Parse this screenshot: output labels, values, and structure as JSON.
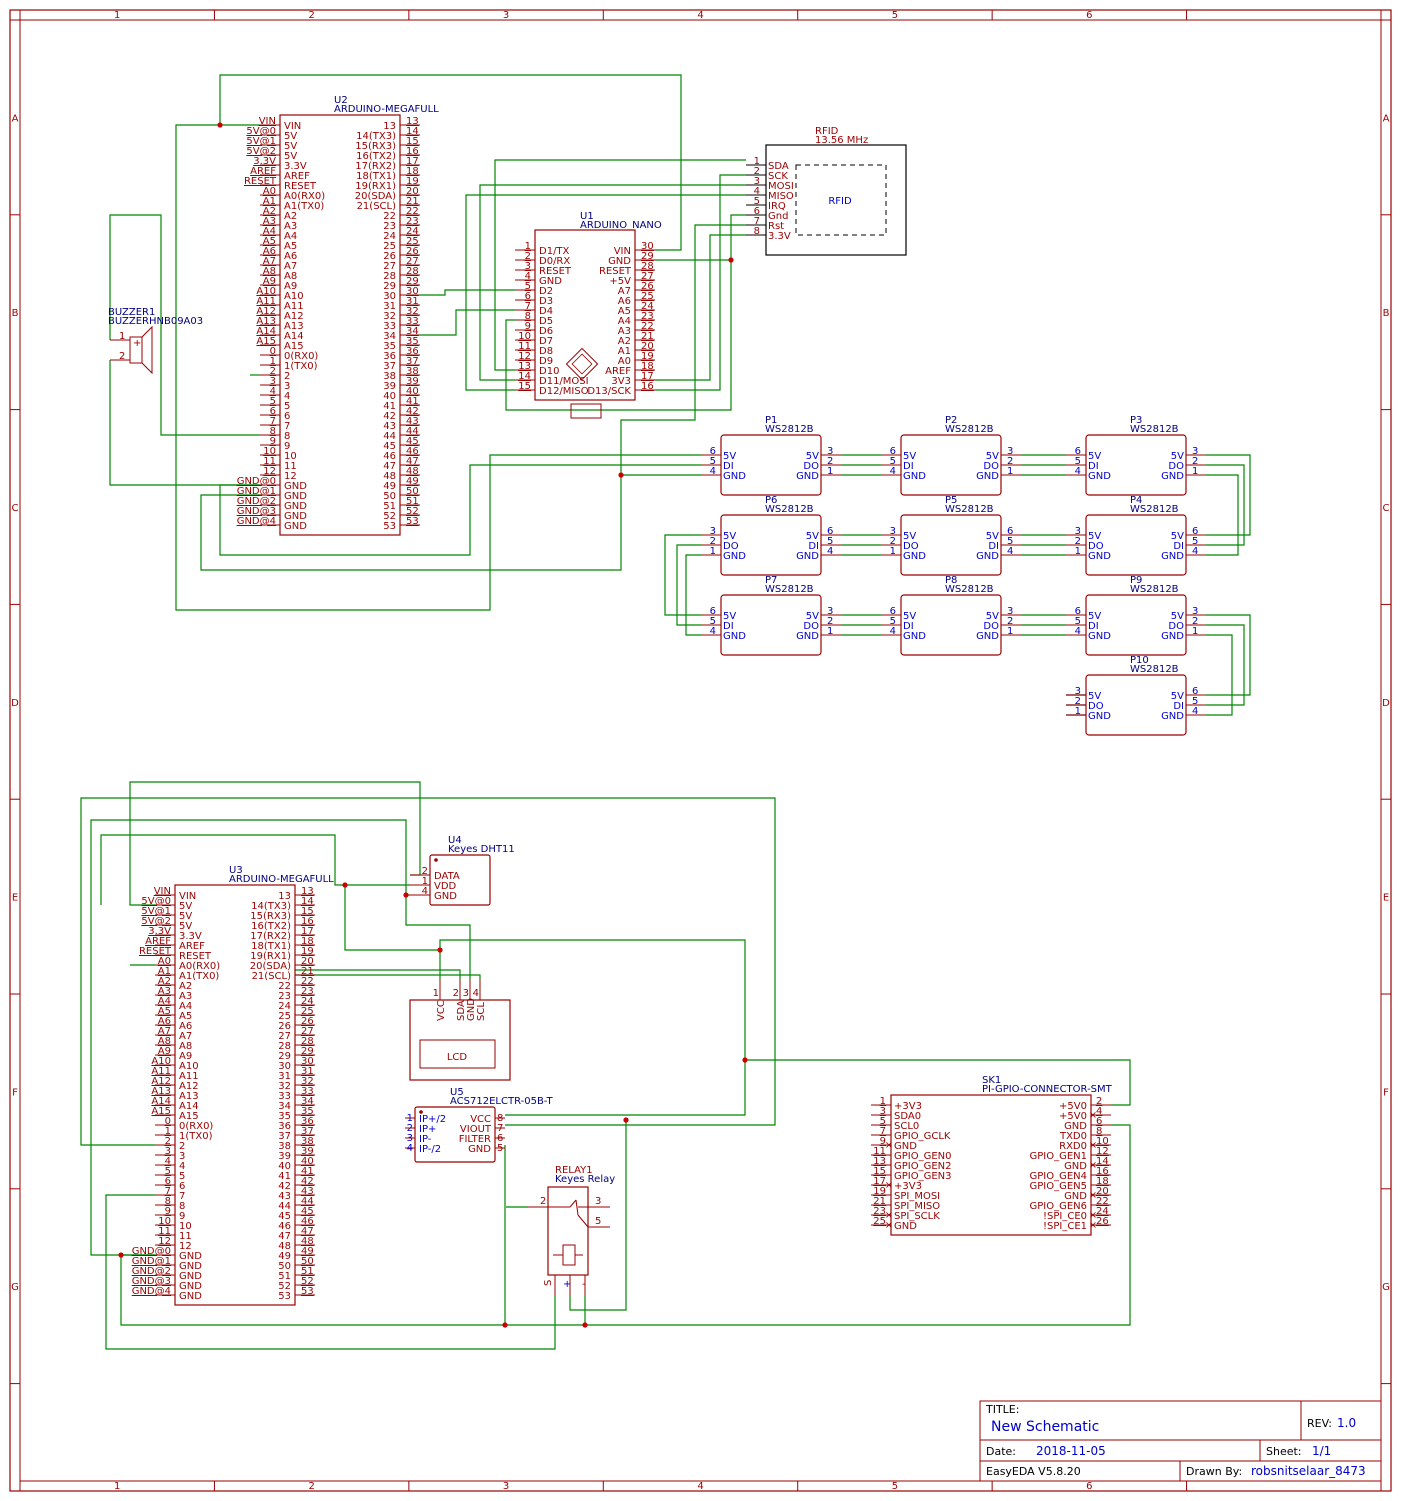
{
  "frame": {
    "columns": [
      "1",
      "2",
      "3",
      "4",
      "5",
      "6"
    ],
    "rows": [
      "A",
      "B",
      "C",
      "D",
      "E",
      "F",
      "G"
    ]
  },
  "title_block": {
    "title_label": "TITLE:",
    "title": "New Schematic",
    "rev_label": "REV:",
    "rev": "1.0",
    "date_label": "Date:",
    "date": "2018-11-05",
    "sheet_label": "Sheet:",
    "sheet": "1/1",
    "tool": "EasyEDA V5.8.20",
    "drawn_label": "Drawn By:",
    "drawn_by": "robsnitselaar_8473"
  },
  "mega_left_pins": [
    {
      "n": "VIN",
      "l": "VIN"
    },
    {
      "n": "5V@0",
      "l": "5V"
    },
    {
      "n": "5V@1",
      "l": "5V"
    },
    {
      "n": "5V@2",
      "l": "5V"
    },
    {
      "n": "3.3V",
      "l": "3.3V"
    },
    {
      "n": "AREF",
      "l": "AREF"
    },
    {
      "n": "RESET",
      "l": "RESET"
    },
    {
      "n": "A0",
      "l": "A0(RX0)"
    },
    {
      "n": "A1",
      "l": "A1(TX0)"
    },
    {
      "n": "A2",
      "l": "A2"
    },
    {
      "n": "A3",
      "l": "A3"
    },
    {
      "n": "A4",
      "l": "A4"
    },
    {
      "n": "A5",
      "l": "A5"
    },
    {
      "n": "A6",
      "l": "A6"
    },
    {
      "n": "A7",
      "l": "A7"
    },
    {
      "n": "A8",
      "l": "A8"
    },
    {
      "n": "A9",
      "l": "A9"
    },
    {
      "n": "A10",
      "l": "A10"
    },
    {
      "n": "A11",
      "l": "A11"
    },
    {
      "n": "A12",
      "l": "A12"
    },
    {
      "n": "A13",
      "l": "A13"
    },
    {
      "n": "A14",
      "l": "A14"
    },
    {
      "n": "A15",
      "l": "A15"
    },
    {
      "n": "0",
      "l": "0(RX0)"
    },
    {
      "n": "1",
      "l": "1(TX0)"
    },
    {
      "n": "2",
      "l": "2"
    },
    {
      "n": "3",
      "l": "3"
    },
    {
      "n": "4",
      "l": "4"
    },
    {
      "n": "5",
      "l": "5"
    },
    {
      "n": "6",
      "l": "6"
    },
    {
      "n": "7",
      "l": "7"
    },
    {
      "n": "8",
      "l": "8"
    },
    {
      "n": "9",
      "l": "9"
    },
    {
      "n": "10",
      "l": "10"
    },
    {
      "n": "11",
      "l": "11"
    },
    {
      "n": "12",
      "l": "12"
    },
    {
      "n": "GND@0",
      "l": "GND"
    },
    {
      "n": "GND@1",
      "l": "GND"
    },
    {
      "n": "GND@2",
      "l": "GND"
    },
    {
      "n": "GND@3",
      "l": "GND"
    },
    {
      "n": "GND@4",
      "l": "GND"
    }
  ],
  "mega_right_pins": [
    {
      "n": "13",
      "l": "13"
    },
    {
      "n": "14",
      "l": "14(TX3)"
    },
    {
      "n": "15",
      "l": "15(RX3)"
    },
    {
      "n": "16",
      "l": "16(TX2)"
    },
    {
      "n": "17",
      "l": "17(RX2)"
    },
    {
      "n": "18",
      "l": "18(TX1)"
    },
    {
      "n": "19",
      "l": "19(RX1)"
    },
    {
      "n": "20",
      "l": "20(SDA)"
    },
    {
      "n": "21",
      "l": "21(SCL)"
    },
    {
      "n": "22",
      "l": "22"
    },
    {
      "n": "23",
      "l": "23"
    },
    {
      "n": "24",
      "l": "24"
    },
    {
      "n": "25",
      "l": "25"
    },
    {
      "n": "26",
      "l": "26"
    },
    {
      "n": "27",
      "l": "27"
    },
    {
      "n": "28",
      "l": "28"
    },
    {
      "n": "29",
      "l": "29"
    },
    {
      "n": "30",
      "l": "30"
    },
    {
      "n": "31",
      "l": "31"
    },
    {
      "n": "32",
      "l": "32"
    },
    {
      "n": "33",
      "l": "33"
    },
    {
      "n": "34",
      "l": "34"
    },
    {
      "n": "35",
      "l": "35"
    },
    {
      "n": "36",
      "l": "36"
    },
    {
      "n": "37",
      "l": "37"
    },
    {
      "n": "38",
      "l": "38"
    },
    {
      "n": "39",
      "l": "39"
    },
    {
      "n": "40",
      "l": "40"
    },
    {
      "n": "41",
      "l": "41"
    },
    {
      "n": "42",
      "l": "42"
    },
    {
      "n": "43",
      "l": "43"
    },
    {
      "n": "44",
      "l": "44"
    },
    {
      "n": "45",
      "l": "45"
    },
    {
      "n": "46",
      "l": "46"
    },
    {
      "n": "47",
      "l": "47"
    },
    {
      "n": "48",
      "l": "48"
    },
    {
      "n": "49",
      "l": "49"
    },
    {
      "n": "50",
      "l": "50"
    },
    {
      "n": "51",
      "l": "51"
    },
    {
      "n": "52",
      "l": "52"
    },
    {
      "n": "53",
      "l": "53"
    }
  ],
  "u2": {
    "ref": "U2",
    "value": "ARDUINO-MEGAFULL"
  },
  "u3": {
    "ref": "U3",
    "value": "ARDUINO-MEGAFULL"
  },
  "u1": {
    "ref": "U1",
    "value": "ARDUINO_NANO",
    "left": [
      {
        "n": "1",
        "l": "D1/TX"
      },
      {
        "n": "2",
        "l": "D0/RX"
      },
      {
        "n": "3",
        "l": "RESET"
      },
      {
        "n": "4",
        "l": "GND"
      },
      {
        "n": "5",
        "l": "D2"
      },
      {
        "n": "6",
        "l": "D3"
      },
      {
        "n": "7",
        "l": "D4"
      },
      {
        "n": "8",
        "l": "D5"
      },
      {
        "n": "9",
        "l": "D6"
      },
      {
        "n": "10",
        "l": "D7"
      },
      {
        "n": "11",
        "l": "D8"
      },
      {
        "n": "12",
        "l": "D9"
      },
      {
        "n": "13",
        "l": "D10"
      },
      {
        "n": "14",
        "l": "D11/MOSI"
      },
      {
        "n": "15",
        "l": "D12/MISO"
      }
    ],
    "right": [
      {
        "n": "30",
        "l": "VIN"
      },
      {
        "n": "29",
        "l": "GND"
      },
      {
        "n": "28",
        "l": "RESET"
      },
      {
        "n": "27",
        "l": "+5V"
      },
      {
        "n": "26",
        "l": "A7"
      },
      {
        "n": "25",
        "l": "A6"
      },
      {
        "n": "24",
        "l": "A5"
      },
      {
        "n": "23",
        "l": "A4"
      },
      {
        "n": "22",
        "l": "A3"
      },
      {
        "n": "21",
        "l": "A2"
      },
      {
        "n": "20",
        "l": "A1"
      },
      {
        "n": "19",
        "l": "A0"
      },
      {
        "n": "18",
        "l": "AREF"
      },
      {
        "n": "17",
        "l": "3V3"
      },
      {
        "n": "16",
        "l": "D13/SCK"
      }
    ]
  },
  "rfid": {
    "ref": "RFID",
    "value": "13.56 MHz",
    "inner": "RFID",
    "pins": [
      {
        "n": "1",
        "l": "SDA"
      },
      {
        "n": "2",
        "l": "SCK"
      },
      {
        "n": "3",
        "l": "MOSI"
      },
      {
        "n": "4",
        "l": "MISO"
      },
      {
        "n": "5",
        "l": "IRQ"
      },
      {
        "n": "6",
        "l": "Gnd"
      },
      {
        "n": "7",
        "l": "Rst"
      },
      {
        "n": "8",
        "l": "3.3V"
      }
    ]
  },
  "buzzer": {
    "ref": "BUZZER1",
    "value": "BUZZERHNB09A03",
    "pin1": "1",
    "pin2": "2",
    "plus": "+"
  },
  "leds": [
    {
      "ref": "P1",
      "value": "WS2812B",
      "dir": "R",
      "l": [
        "5V",
        "DI",
        "GND"
      ],
      "ln": [
        "6",
        "5",
        "4"
      ],
      "r": [
        "5V",
        "DO",
        "GND"
      ],
      "rn": [
        "3",
        "2",
        "1"
      ]
    },
    {
      "ref": "P2",
      "value": "WS2812B",
      "dir": "R",
      "l": [
        "5V",
        "DI",
        "GND"
      ],
      "ln": [
        "6",
        "5",
        "4"
      ],
      "r": [
        "5V",
        "DO",
        "GND"
      ],
      "rn": [
        "3",
        "2",
        "1"
      ]
    },
    {
      "ref": "P3",
      "value": "WS2812B",
      "dir": "R",
      "l": [
        "5V",
        "DI",
        "GND"
      ],
      "ln": [
        "6",
        "5",
        "4"
      ],
      "r": [
        "5V",
        "DO",
        "GND"
      ],
      "rn": [
        "3",
        "2",
        "1"
      ]
    },
    {
      "ref": "P6",
      "value": "WS2812B",
      "dir": "L",
      "l": [
        "5V",
        "DO",
        "GND"
      ],
      "ln": [
        "3",
        "2",
        "1"
      ],
      "r": [
        "5V",
        "DI",
        "GND"
      ],
      "rn": [
        "6",
        "5",
        "4"
      ]
    },
    {
      "ref": "P5",
      "value": "WS2812B",
      "dir": "L",
      "l": [
        "5V",
        "DO",
        "GND"
      ],
      "ln": [
        "3",
        "2",
        "1"
      ],
      "r": [
        "5V",
        "DI",
        "GND"
      ],
      "rn": [
        "6",
        "5",
        "4"
      ]
    },
    {
      "ref": "P4",
      "value": "WS2812B",
      "dir": "L",
      "l": [
        "5V",
        "DO",
        "GND"
      ],
      "ln": [
        "3",
        "2",
        "1"
      ],
      "r": [
        "5V",
        "DI",
        "GND"
      ],
      "rn": [
        "6",
        "5",
        "4"
      ]
    },
    {
      "ref": "P7",
      "value": "WS2812B",
      "dir": "R",
      "l": [
        "5V",
        "DI",
        "GND"
      ],
      "ln": [
        "6",
        "5",
        "4"
      ],
      "r": [
        "5V",
        "DO",
        "GND"
      ],
      "rn": [
        "3",
        "2",
        "1"
      ]
    },
    {
      "ref": "P8",
      "value": "WS2812B",
      "dir": "R",
      "l": [
        "5V",
        "DI",
        "GND"
      ],
      "ln": [
        "6",
        "5",
        "4"
      ],
      "r": [
        "5V",
        "DO",
        "GND"
      ],
      "rn": [
        "3",
        "2",
        "1"
      ]
    },
    {
      "ref": "P9",
      "value": "WS2812B",
      "dir": "R",
      "l": [
        "5V",
        "DI",
        "GND"
      ],
      "ln": [
        "6",
        "5",
        "4"
      ],
      "r": [
        "5V",
        "DO",
        "GND"
      ],
      "rn": [
        "3",
        "2",
        "1"
      ]
    },
    {
      "ref": "P10",
      "value": "WS2812B",
      "dir": "L",
      "l": [
        "5V",
        "DO",
        "GND"
      ],
      "ln": [
        "3",
        "2",
        "1"
      ],
      "r": [
        "5V",
        "DI",
        "GND"
      ],
      "rn": [
        "6",
        "5",
        "4"
      ]
    }
  ],
  "u4": {
    "ref": "U4",
    "value": "Keyes DHT11",
    "pins": [
      {
        "n": "2",
        "l": "DATA"
      },
      {
        "n": "1",
        "l": "VDD"
      },
      {
        "n": "4",
        "l": "GND"
      }
    ]
  },
  "lcd": {
    "inner": "LCD",
    "pins": [
      {
        "n": "1",
        "l": "VCC"
      },
      {
        "n": "2",
        "l": "SDA"
      },
      {
        "n": "3",
        "l": "GND"
      },
      {
        "n": "4",
        "l": "SCL"
      }
    ]
  },
  "u5": {
    "ref": "U5",
    "value": "ACS712ELCTR-05B-T",
    "left": [
      {
        "n": "1",
        "l": "IP+/2"
      },
      {
        "n": "2",
        "l": "IP+"
      },
      {
        "n": "3",
        "l": "IP-"
      },
      {
        "n": "4",
        "l": "IP-/2"
      }
    ],
    "right": [
      {
        "n": "8",
        "l": "VCC"
      },
      {
        "n": "7",
        "l": "VIOUT"
      },
      {
        "n": "6",
        "l": "FILTER"
      },
      {
        "n": "5",
        "l": "GND"
      }
    ]
  },
  "relay": {
    "ref": "RELAY1",
    "value": "Keyes Relay",
    "p2": "2",
    "p3": "3",
    "p5": "5",
    "s": "S",
    "plus": "+",
    "minus": "-"
  },
  "sk1": {
    "ref": "SK1",
    "value": "PI-GPIO-CONNECTOR-SMT",
    "left": [
      {
        "n": "1",
        "l": "+3V3",
        "x": false
      },
      {
        "n": "3",
        "l": "SDA0",
        "x": false
      },
      {
        "n": "5",
        "l": "SCL0",
        "x": false
      },
      {
        "n": "7",
        "l": "GPIO_GCLK",
        "x": false
      },
      {
        "n": "9",
        "l": "GND",
        "x": true
      },
      {
        "n": "11",
        "l": "GPIO_GEN0",
        "x": false
      },
      {
        "n": "13",
        "l": "GPIO_GEN2",
        "x": false
      },
      {
        "n": "15",
        "l": "GPIO_GEN3",
        "x": false
      },
      {
        "n": "17",
        "l": "+3V3",
        "x": true
      },
      {
        "n": "19",
        "l": "SPI_MOSI",
        "x": false
      },
      {
        "n": "21",
        "l": "SPI_MISO",
        "x": false
      },
      {
        "n": "23",
        "l": "SPI_SCLK",
        "x": true
      },
      {
        "n": "25",
        "l": "GND",
        "x": true
      }
    ],
    "right": [
      {
        "n": "2",
        "l": "+5V0",
        "x": false
      },
      {
        "n": "4",
        "l": "+5V0",
        "x": true
      },
      {
        "n": "6",
        "l": "GND",
        "x": false
      },
      {
        "n": "8",
        "l": "TXD0",
        "x": false
      },
      {
        "n": "10",
        "l": "RXD0",
        "x": true
      },
      {
        "n": "12",
        "l": "GPIO_GEN1",
        "x": false
      },
      {
        "n": "14",
        "l": "GND",
        "x": true
      },
      {
        "n": "16",
        "l": "GPIO_GEN4",
        "x": false
      },
      {
        "n": "18",
        "l": "GPIO_GEN5",
        "x": false
      },
      {
        "n": "20",
        "l": "GND",
        "x": true
      },
      {
        "n": "22",
        "l": "GPIO_GEN6",
        "x": false
      },
      {
        "n": "24",
        "l": "!SPI_CE0",
        "x": true
      },
      {
        "n": "26",
        "l": "!SPI_CE1",
        "x": true
      }
    ]
  }
}
